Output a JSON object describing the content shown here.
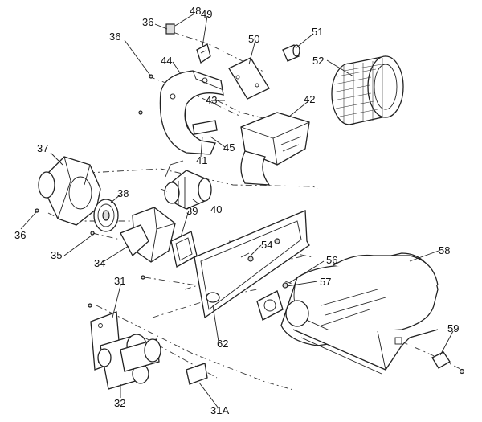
{
  "diagram": {
    "callouts": {
      "c48": "48",
      "c49": "49",
      "c36a": "36",
      "c36b": "36",
      "c36c": "36",
      "c50": "50",
      "c51": "51",
      "c52": "52",
      "c44": "44",
      "c43": "43",
      "c42": "42",
      "c37": "37",
      "c45": "45",
      "c41": "41",
      "c38": "38",
      "c40": "40",
      "c39": "39",
      "c35": "35",
      "c34": "34",
      "c54": "54",
      "c58": "58",
      "c56": "56",
      "c57": "57",
      "c31": "31",
      "c62": "62",
      "c59": "59",
      "c32": "32",
      "c31A": "31A"
    }
  }
}
